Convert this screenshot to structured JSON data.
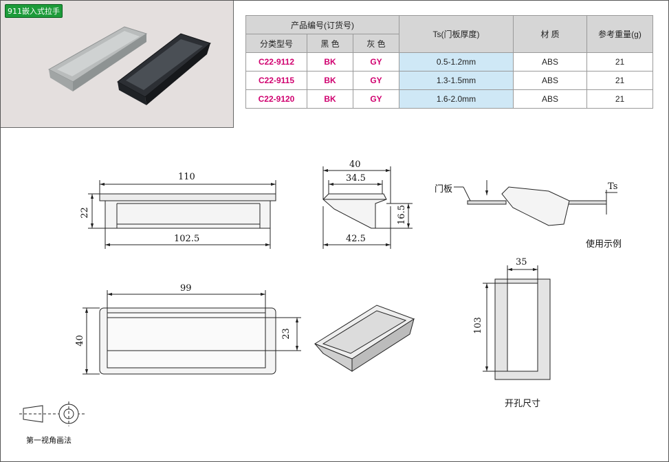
{
  "product_tag": "911嵌入式拉手",
  "table": {
    "header_code": "产品编号(订货号)",
    "header_class": "分类型号",
    "header_black": "黑 色",
    "header_gray": "灰 色",
    "header_ts": "Ts(门板厚度)",
    "header_material": "材 质",
    "header_weight": "参考重量(g)",
    "rows": [
      {
        "code": "C22-9112",
        "black": "BK",
        "gray": "GY",
        "ts": "0.5-1.2mm",
        "material": "ABS",
        "weight": "21"
      },
      {
        "code": "C22-9115",
        "black": "BK",
        "gray": "GY",
        "ts": "1.3-1.5mm",
        "material": "ABS",
        "weight": "21"
      },
      {
        "code": "C22-9120",
        "black": "BK",
        "gray": "GY",
        "ts": "1.6-2.0mm",
        "material": "ABS",
        "weight": "21"
      }
    ]
  },
  "dims": {
    "front_width": "110",
    "front_height": "22",
    "front_inner": "102.5",
    "side_top": "40",
    "side_inner": "34.5",
    "side_height": "16.5",
    "side_bottom": "42.5",
    "top_width": "99",
    "top_height": "40",
    "top_inner": "23",
    "cutout_width": "35",
    "cutout_height": "103",
    "ts": "Ts"
  },
  "labels": {
    "door_panel": "门板",
    "usage_example": "使用示例",
    "cutout_size": "开孔尺寸",
    "projection": "第一视角画法"
  },
  "colors": {
    "tag_green": "#1d9b3a",
    "code_pink": "#d0006f",
    "cell_blue": "#cfe8f6",
    "header_gray": "#d6d6d6"
  }
}
